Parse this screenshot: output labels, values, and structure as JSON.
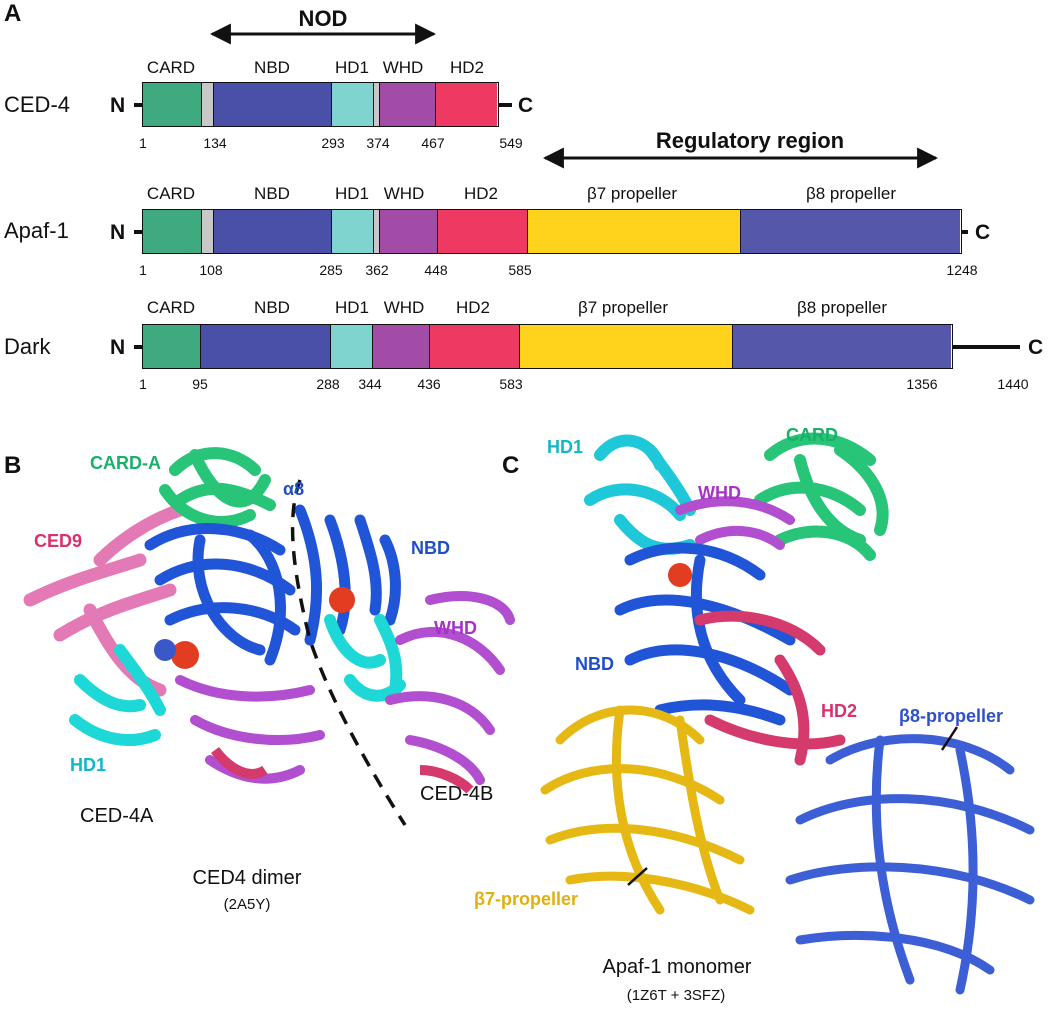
{
  "panel_a": {
    "letter": "A",
    "nod_label": "NOD",
    "regulatory_label": "Regulatory region",
    "rows": [
      {
        "name": "CED-4",
        "n_term": "N",
        "c_term": "C",
        "domain_labels": [
          "CARD",
          "NBD",
          "HD1",
          "WHD",
          "HD2"
        ],
        "ticks": [
          "1",
          "134",
          "293",
          "374",
          "467",
          "549"
        ]
      },
      {
        "name": "Apaf-1",
        "n_term": "N",
        "c_term": "C",
        "domain_labels": [
          "CARD",
          "NBD",
          "HD1",
          "WHD",
          "HD2",
          "β7 propeller",
          "β8 propeller"
        ],
        "ticks": [
          "1",
          "108",
          "285",
          "362",
          "448",
          "585",
          "1248"
        ]
      },
      {
        "name": "Dark",
        "n_term": "N",
        "c_term": "C",
        "domain_labels": [
          "CARD",
          "NBD",
          "HD1",
          "WHD",
          "HD2",
          "β7 propeller",
          "β8 propeller"
        ],
        "ticks": [
          "1",
          "95",
          "288",
          "344",
          "436",
          "583",
          "1356",
          "1440"
        ]
      }
    ],
    "colors": {
      "CARD": "#3faa80",
      "linker": "#c8c8c8",
      "NBD": "#4a4fa8",
      "HD1": "#80d4cf",
      "WHD": "#a24ca8",
      "HD2": "#ee3a63",
      "b7": "#ffd21c",
      "b8": "#5557ab"
    }
  },
  "panel_b": {
    "letter": "B",
    "labels": {
      "card": "CARD-A",
      "alpha8": "α8",
      "ced9": "CED9",
      "nbd": "NBD",
      "whd": "WHD",
      "hd1": "HD1",
      "ced4a": "CED-4A",
      "ced4b": "CED-4B"
    },
    "caption": "CED4 dimer",
    "pdb": "(2A5Y)"
  },
  "panel_c": {
    "letter": "C",
    "labels": {
      "hd1": "HD1",
      "card": "CARD",
      "whd": "WHD",
      "nbd": "NBD",
      "hd2": "HD2",
      "b8": "β8-propeller",
      "b7": "β7-propeller"
    },
    "caption": "Apaf-1 monomer",
    "pdb": "(1Z6T + 3SFZ)"
  }
}
